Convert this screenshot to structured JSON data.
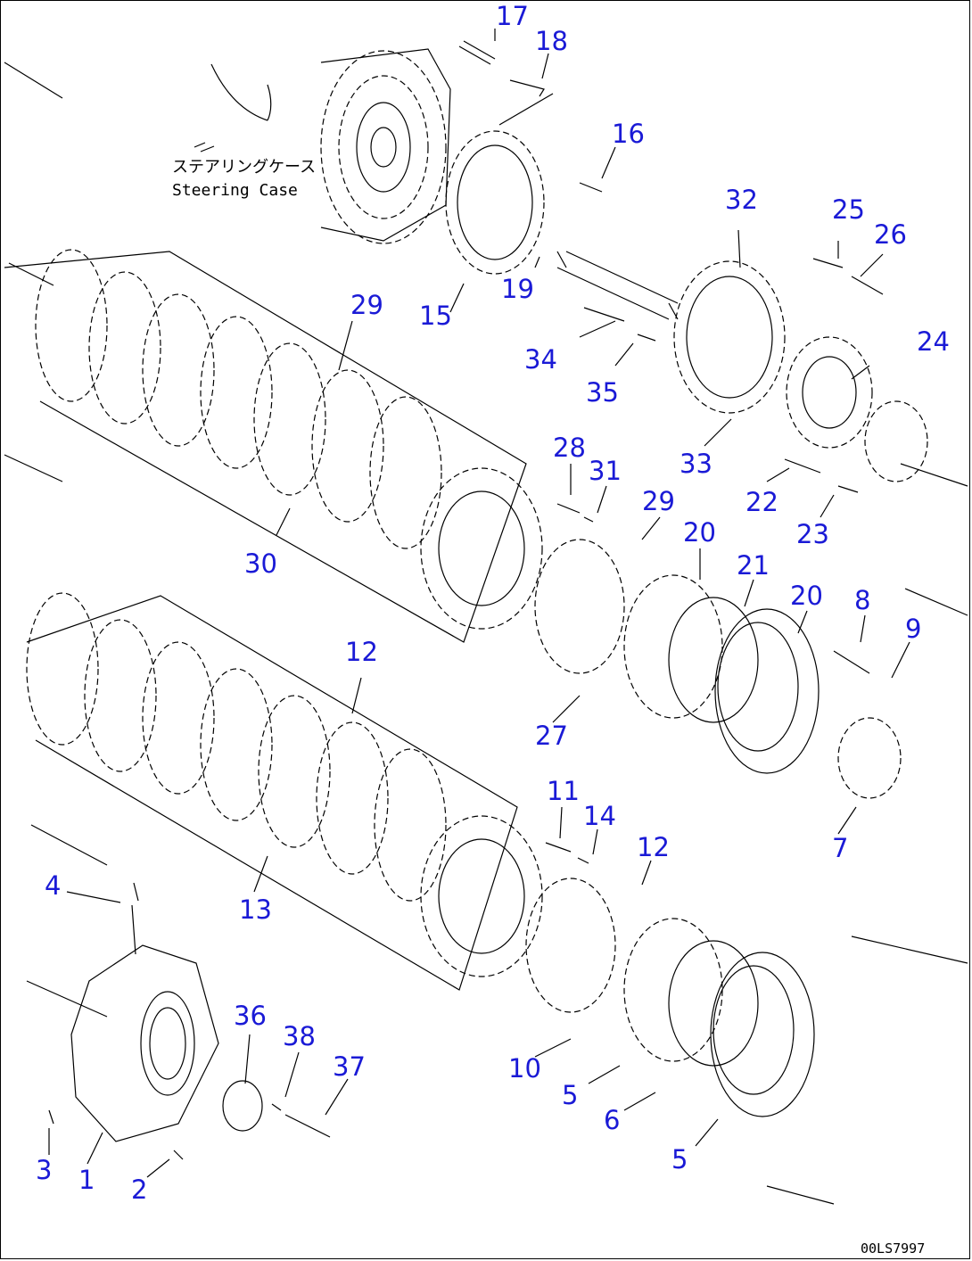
{
  "diagram": {
    "note_jp": "ステアリングケース",
    "note_en": "Steering Case",
    "drawing_code": "00LS7997",
    "label_color": "#1a1ad6",
    "callouts": [
      "1",
      "2",
      "3",
      "4",
      "5",
      "5",
      "6",
      "7",
      "8",
      "9",
      "10",
      "11",
      "12",
      "12",
      "13",
      "14",
      "15",
      "16",
      "17",
      "18",
      "19",
      "20",
      "20",
      "21",
      "22",
      "23",
      "24",
      "25",
      "26",
      "27",
      "28",
      "29",
      "29",
      "30",
      "31",
      "32",
      "33",
      "34",
      "35",
      "36",
      "37",
      "38"
    ]
  }
}
